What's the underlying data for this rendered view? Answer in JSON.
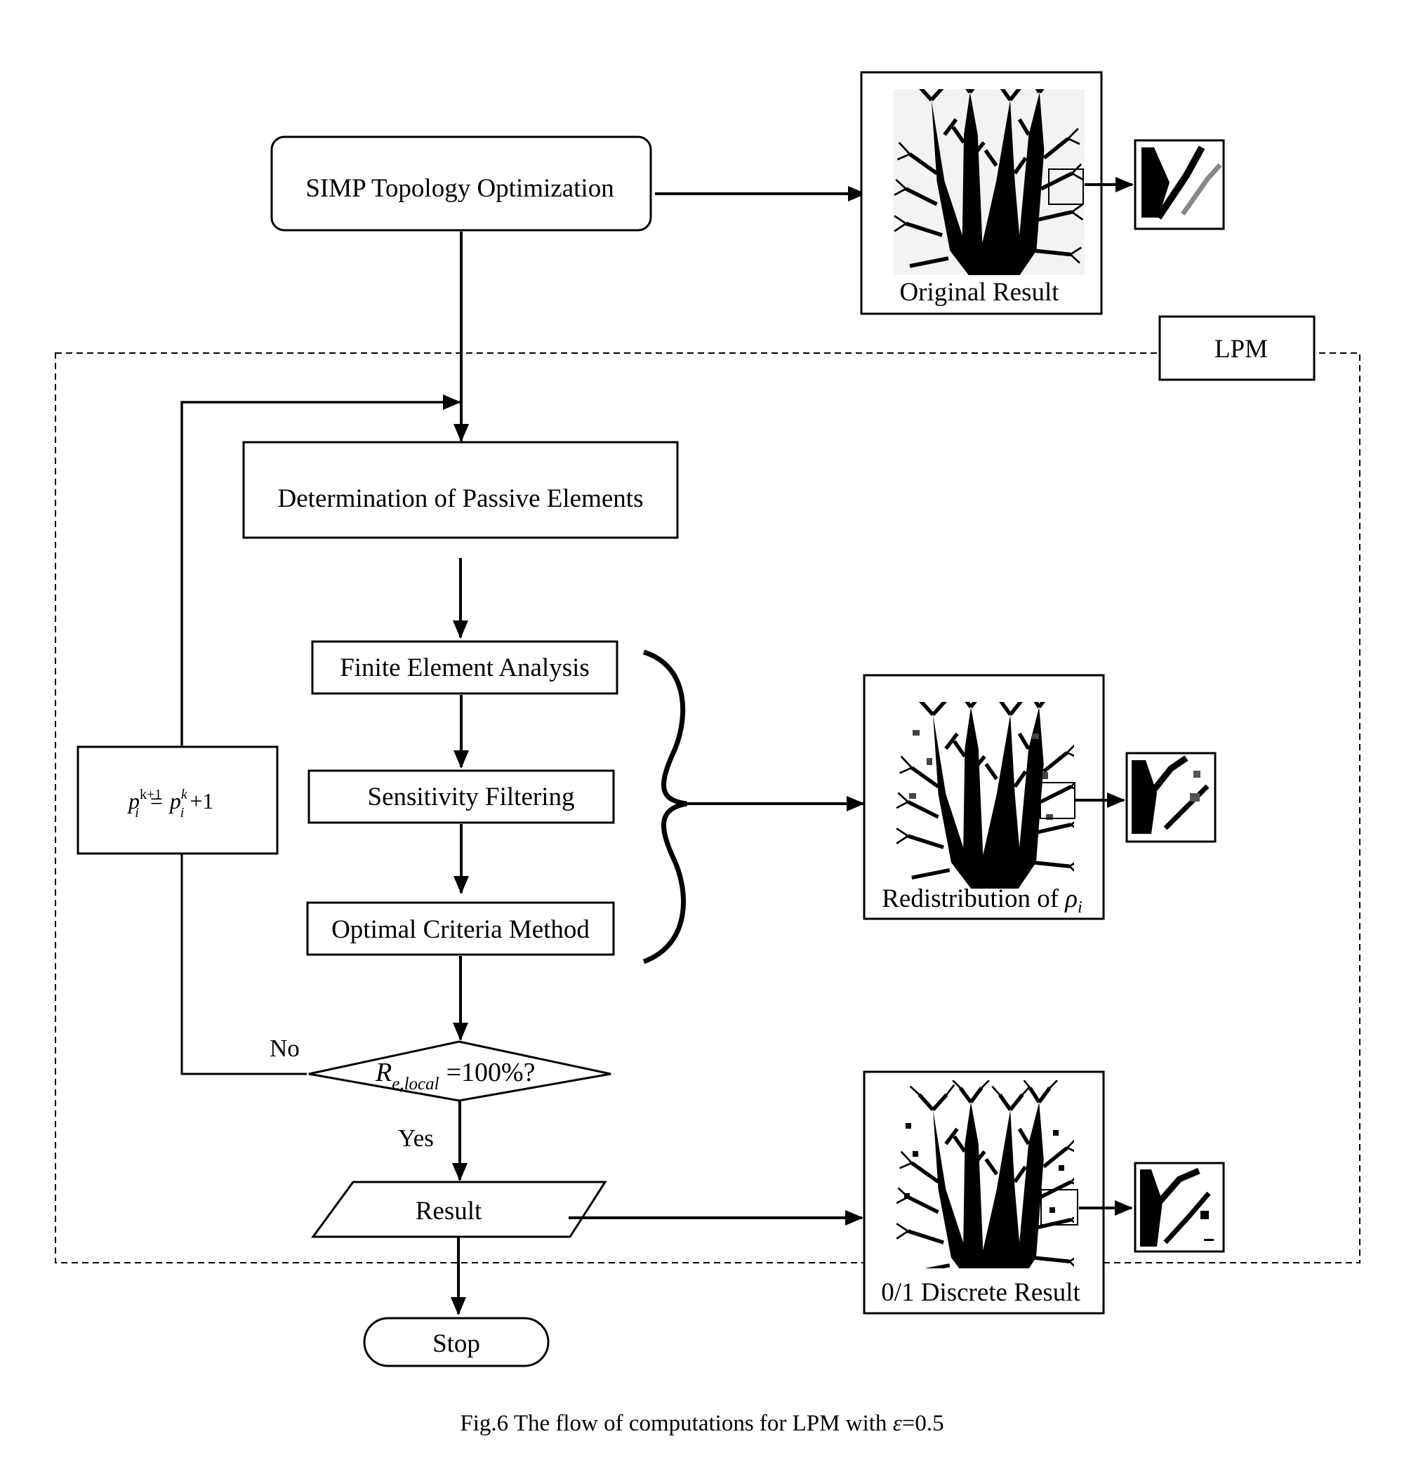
{
  "nodes": {
    "simp": "SIMP Topology Optimization",
    "passive": "Determination of Passive Elements",
    "fea": "Finite Element Analysis",
    "filter": "Sensitivity Filtering",
    "ocm": "Optimal Criteria Method",
    "result": "Result",
    "stop": "Stop",
    "lpm": "LPM"
  },
  "decision": {
    "symbol": "R",
    "subscript": "e,local",
    "rest": "=100%?",
    "no_label": "No",
    "yes_label": "Yes"
  },
  "update_formula": {
    "p": "p",
    "i": "i",
    "k_plus_1": "k+1",
    "k": "k",
    "eq": "=",
    "plus_one": "+1"
  },
  "images": {
    "original": "Original Result",
    "redistribution_prefix": "Redistribution of",
    "rho": "ρ",
    "rho_sub": "i",
    "discrete": "0/1 Discrete Result"
  },
  "caption": {
    "prefix": "Fig.6 The flow of computations for LPM with",
    "epsilon": "ε",
    "suffix": "=0.5"
  },
  "colors": {
    "stroke": "#000000",
    "background": "#ffffff"
  }
}
